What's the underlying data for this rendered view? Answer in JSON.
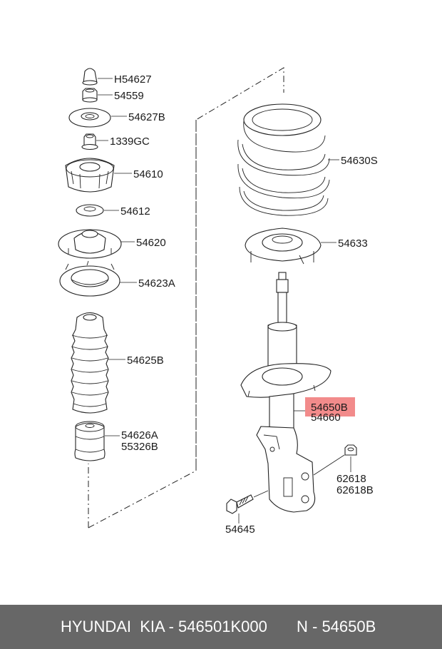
{
  "parts": {
    "h54627": "H54627",
    "p54559": "54559",
    "p54627b": "54627B",
    "p1339gc": "1339GC",
    "p54610": "54610",
    "p54612": "54612",
    "p54620": "54620",
    "p54623a": "54623A",
    "p54625b": "54625B",
    "p54626a": "54626A",
    "p55326b": "55326B",
    "p54630s": "54630S",
    "p54633": "54633",
    "p54650b": "54650B",
    "p54660": "54660",
    "p62618": "62618",
    "p62618b": "62618B",
    "p54645": "54645"
  },
  "highlight": {
    "color": "#f28b8b",
    "part": "54650B"
  },
  "footer": {
    "text": "HYUNDAI  KIA - 546501K000",
    "code": "N - 54650B",
    "background": "#676767"
  }
}
